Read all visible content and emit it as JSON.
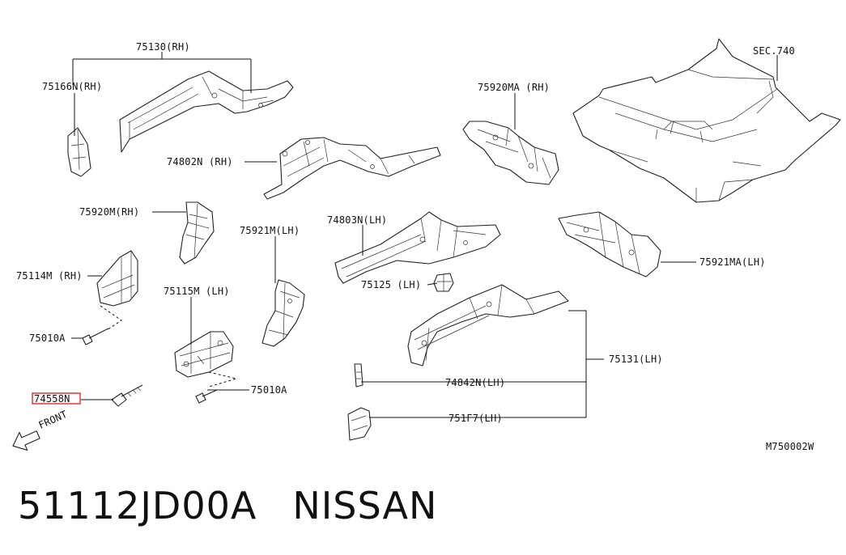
{
  "labels": {
    "p75130": "75130(RH)",
    "p75166n": "75166N(RH)",
    "p74802n": "74802N (RH)",
    "p75920ma": "75920MA (RH)",
    "sec740": "SEC.740",
    "p75920m": "75920M(RH)",
    "p75921m": "75921M(LH)",
    "p74803n": "74803N(LH)",
    "p75114m": "75114M (RH)",
    "p75115m": "75115M (LH)",
    "p75125": "75125 (LH)",
    "p75921ma": "75921MA(LH)",
    "p75010a_1": "75010A",
    "p75010a_2": "75010A",
    "p75131": "75131(LH)",
    "p74558n": "74558N",
    "p74842n": "74842N(LH)",
    "p751f7": "751F7(LH)",
    "front": "FRONT",
    "code": "M750002W"
  },
  "footer": {
    "part_number": "51112JD00A",
    "brand": "NISSAN"
  },
  "highlight_color": "#e01818"
}
